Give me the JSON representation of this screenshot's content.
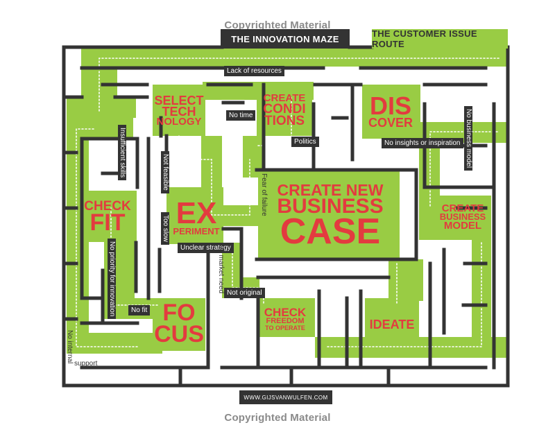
{
  "copyright_top": "Copyrighted Material",
  "copyright_bottom": "Copyrighted Material",
  "tabs": {
    "innovation": "THE INNOVATION MAZE",
    "customer": "THE CUSTOMER ISSUE ROUTE"
  },
  "stages": {
    "select_technology": [
      "SELECT",
      "TECH",
      "NOLOGY"
    ],
    "create_conditions": [
      "CREATE",
      "CONDI",
      "TIONS"
    ],
    "discover": [
      "DIS",
      "COVER"
    ],
    "check_fit": [
      "CHECK",
      "FIT"
    ],
    "experiment": [
      "EX",
      "PERIMENT"
    ],
    "create_business_case": [
      "CREATE NEW",
      "BUSINESS",
      "CASE"
    ],
    "create_business_model": [
      "CREATE",
      "BUSINESS",
      "MODEL"
    ],
    "focus": [
      "FO",
      "CUS"
    ],
    "check_freedom": [
      "CHECK",
      "FREEDOM",
      "TO OPERATE"
    ],
    "ideate": [
      "IDEATE"
    ]
  },
  "obstacles": {
    "lack_of_resources": "Lack of resources",
    "no_time": "No time",
    "politics": "Politics",
    "no_insights": "No insights or inspiration",
    "no_business_model": "No business model",
    "insufficient_skills": "Insufficient skills",
    "not_feasible": "Not feasible",
    "fear_of_failure": "Fear of failure",
    "too_slow": "Too slow",
    "unclear_strategy": "Unclear strategy",
    "no_market_need": "No market need",
    "no_priority": "No priority for innovation",
    "no_fit": "No fit",
    "not_original": "Not original",
    "no_internal": "No internal",
    "support": "support"
  },
  "footer_url": "WWW.GIJSVANWULFEN.COM",
  "colors": {
    "green": "#99cc44",
    "wall": "#333333",
    "red": "#e33b3f",
    "dots": "#ffffff"
  }
}
